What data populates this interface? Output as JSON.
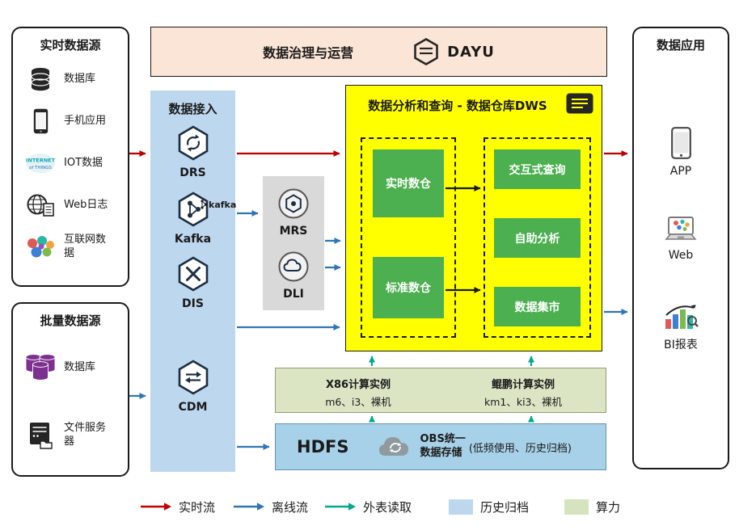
{
  "colors": {
    "realtime_flow": "#c00000",
    "offline_flow": "#2e75b6",
    "external_table_read": "#00a98c",
    "history_archive": "#bdd7ee",
    "compute_power": "#d6e3bf",
    "dws_background": "#ffff00",
    "green_module": "#4caf50",
    "ingest_background": "#bdd7ee",
    "governance_background": "#fbe5d6"
  },
  "governance": {
    "title": "数据治理与运营",
    "logo_text": "DAYU"
  },
  "realtime_sources": {
    "title": "实时数据源",
    "items": [
      {
        "label": "数据库"
      },
      {
        "label": "手机应用"
      },
      {
        "label": "IOT数据"
      },
      {
        "label": "Web日志"
      },
      {
        "label": "互联网数据"
      }
    ]
  },
  "batch_sources": {
    "title": "批量数据源",
    "items": [
      {
        "label": "数据库"
      },
      {
        "label": "文件服务器"
      }
    ]
  },
  "ingestion": {
    "title": "数据接入",
    "kafka_wordmark": "kafka",
    "items": [
      {
        "label": "DRS"
      },
      {
        "label": "Kafka"
      },
      {
        "label": "DIS"
      },
      {
        "label": "CDM"
      }
    ]
  },
  "processing": {
    "items": [
      {
        "label": "MRS"
      },
      {
        "label": "DLI"
      }
    ]
  },
  "dws": {
    "title": "数据分析和查询 - 数据仓库DWS",
    "warehouses": [
      {
        "label": "实时数仓"
      },
      {
        "label": "标准数仓"
      }
    ],
    "services": [
      {
        "label": "交互式查询"
      },
      {
        "label": "自助分析"
      },
      {
        "label": "数据集市"
      }
    ]
  },
  "compute": {
    "x86": {
      "title": "X86计算实例",
      "subtitle": "m6、i3、裸机"
    },
    "kunpeng": {
      "title": "鲲鹏计算实例",
      "subtitle": "km1、ki3、裸机"
    }
  },
  "storage": {
    "hdfs": "HDFS",
    "obs_line1": "OBS统一",
    "obs_line2": "数据存储",
    "note": "(低频使用、历史归档)"
  },
  "applications": {
    "title": "数据应用",
    "items": [
      {
        "label": "APP"
      },
      {
        "label": "Web"
      },
      {
        "label": "BI报表"
      }
    ]
  },
  "legend": {
    "items": [
      {
        "label": "实时流"
      },
      {
        "label": "离线流"
      },
      {
        "label": "外表读取"
      },
      {
        "label": "历史归档"
      },
      {
        "label": "算力"
      }
    ]
  }
}
